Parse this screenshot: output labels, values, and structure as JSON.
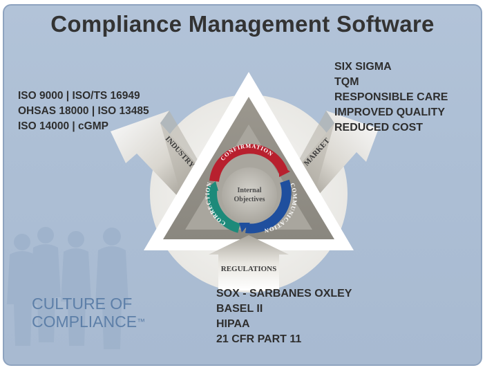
{
  "title": "Compliance Management Software",
  "diagram": {
    "center_label_line1": "Internal",
    "center_label_line2": "Objectives",
    "cycle": [
      "CONFIRMATION",
      "COMMUNICATION",
      "CORRECTION"
    ],
    "arrows": {
      "industry": "INDUSTRY",
      "market": "MARKET",
      "regulations": "REGULATIONS"
    }
  },
  "industry_items": [
    "ISO 9000 | ISO/TS 16949",
    "OHSAS 18000 | ISO 13485",
    "ISO 14000 | cGMP"
  ],
  "market_items": [
    "SIX SIGMA",
    "TQM",
    "RESPONSIBLE CARE",
    "IMPROVED QUALITY",
    "REDUCED COST"
  ],
  "regulation_items": [
    "SOX - SARBANES OXLEY",
    "BASEL II",
    "HIPAA",
    "21 CFR PART 11"
  ],
  "culture": {
    "line1": "CULTURE OF",
    "line2": "COMPLIANCE",
    "tm": "™"
  },
  "colors": {
    "confirmation": "#b8202e",
    "communication": "#1f4f9e",
    "correction": "#1d8a7a",
    "background": "#afc1d6"
  }
}
